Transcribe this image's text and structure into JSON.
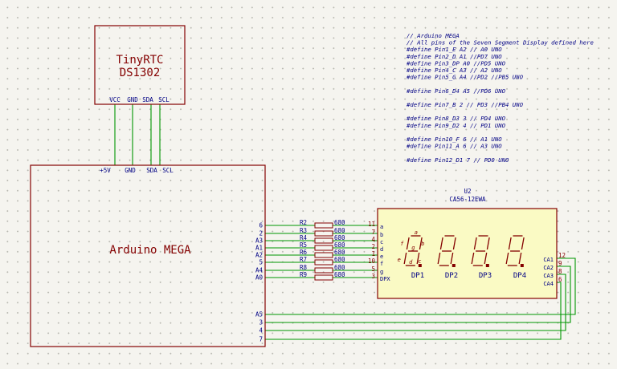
{
  "rtc": {
    "name": "TinyRTC",
    "part": "DS1302",
    "pins": [
      "VCC",
      "GND",
      "SDA",
      "SCL"
    ]
  },
  "mega": {
    "name": "Arduino MEGA",
    "top_pins": [
      "+5V",
      "GND",
      "SDA",
      "SCL"
    ],
    "left_pins": [
      "6",
      "2",
      "A3",
      "A1",
      "A2",
      "5",
      "A4",
      "A0"
    ],
    "lower_pins": [
      "A5",
      "3",
      "4",
      "7"
    ]
  },
  "resistors": [
    {
      "ref": "R2",
      "value": "680"
    },
    {
      "ref": "R3",
      "value": "680"
    },
    {
      "ref": "R4",
      "value": "680"
    },
    {
      "ref": "R5",
      "value": "680"
    },
    {
      "ref": "R6",
      "value": "680"
    },
    {
      "ref": "R7",
      "value": "680"
    },
    {
      "ref": "R8",
      "value": "680"
    },
    {
      "ref": "R9",
      "value": "680"
    }
  ],
  "display": {
    "ref": "U2",
    "part": "CA56-12EWA",
    "seg_pins": [
      {
        "num": "11",
        "name": "a"
      },
      {
        "num": "7",
        "name": "b"
      },
      {
        "num": "4",
        "name": "c"
      },
      {
        "num": "2",
        "name": "d"
      },
      {
        "num": "1",
        "name": "e"
      },
      {
        "num": "10",
        "name": "f"
      },
      {
        "num": "5",
        "name": "g"
      },
      {
        "num": "3",
        "name": "DPX"
      }
    ],
    "ca_pins": [
      {
        "num": "12",
        "name": "CA1"
      },
      {
        "num": "9",
        "name": "CA2"
      },
      {
        "num": "8",
        "name": "CA3"
      },
      {
        "num": "6",
        "name": "CA4"
      }
    ],
    "segment_letters": [
      "a",
      "b",
      "c",
      "d",
      "e",
      "f",
      "g"
    ],
    "dp_labels": [
      "DP1",
      "DP2",
      "DP3",
      "DP4"
    ]
  },
  "code_lines": [
    "// Arduino MEGA",
    "// All pins of the Seven Segment Display defined here",
    "#define Pin1_E  A2 // A0 UNO",
    "#define Pin2_D  A1 //PD7 UNO",
    "#define Pin3_DP A0 //PD5 UNO",
    "#define Pin4_C  A3 // A2 UNO",
    "#define Pin5_G  A4 //PD2 //PB5 UNO",
    "",
    "#define Pin6_D4 A5 //PD6 UNO",
    "",
    "#define Pin7_B  2 // PD3 //PB4 UNO",
    "",
    "#define Pin8_D3 3 // PD4 UNO",
    "#define Pin9_D2 4 // PD1 UNO",
    "",
    "#define Pin10_F 6 // A1 UNO",
    "#define Pin11_A 6 // A3 UNO",
    "",
    "#define Pin12_D1 7 // PD0 UNO"
  ],
  "colors": {
    "component": "#840000",
    "text": "#000084",
    "wire": "#009600",
    "grid": "#b8b8b0"
  }
}
